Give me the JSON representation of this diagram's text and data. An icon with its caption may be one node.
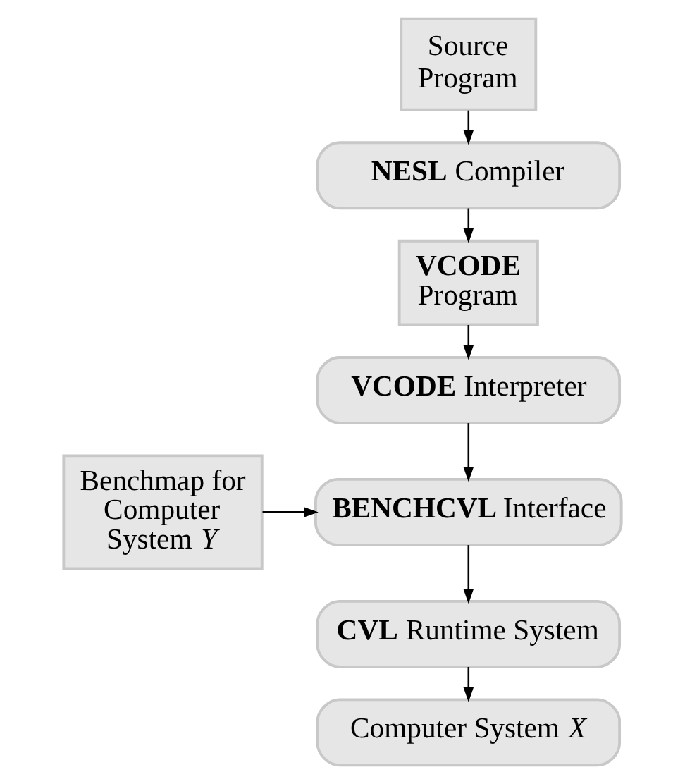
{
  "diagram": {
    "nodes": [
      {
        "text": [
          "Source Program"
        ]
      },
      {
        "text": [
          "**NESL** Compiler"
        ]
      },
      {
        "text": [
          "**VCODE** Program"
        ]
      },
      {
        "text": [
          "**VCODE** Interpreter"
        ]
      },
      {
        "text": [
          "Benchmap for Computer System *Y*"
        ]
      },
      {
        "text": [
          "**BENCHCVL** Interface"
        ]
      },
      {
        "text": [
          "**CVL** Runtime System"
        ]
      },
      {
        "text": [
          "Computer System *X*"
        ]
      }
    ],
    "edges": [
      {
        "from": 0,
        "to": 1,
        "arrow": "to"
      },
      {
        "from": 1,
        "to": 2,
        "arrow": "to"
      },
      {
        "from": 2,
        "to": 3,
        "arrow": "to"
      },
      {
        "from": 3,
        "to": 5,
        "arrow": "to"
      },
      {
        "from": 4,
        "to": 5,
        "arrow": "to"
      },
      {
        "from": 5,
        "to": 6,
        "arrow": "to"
      },
      {
        "from": 6,
        "to": 7,
        "arrow": "to"
      }
    ]
  }
}
